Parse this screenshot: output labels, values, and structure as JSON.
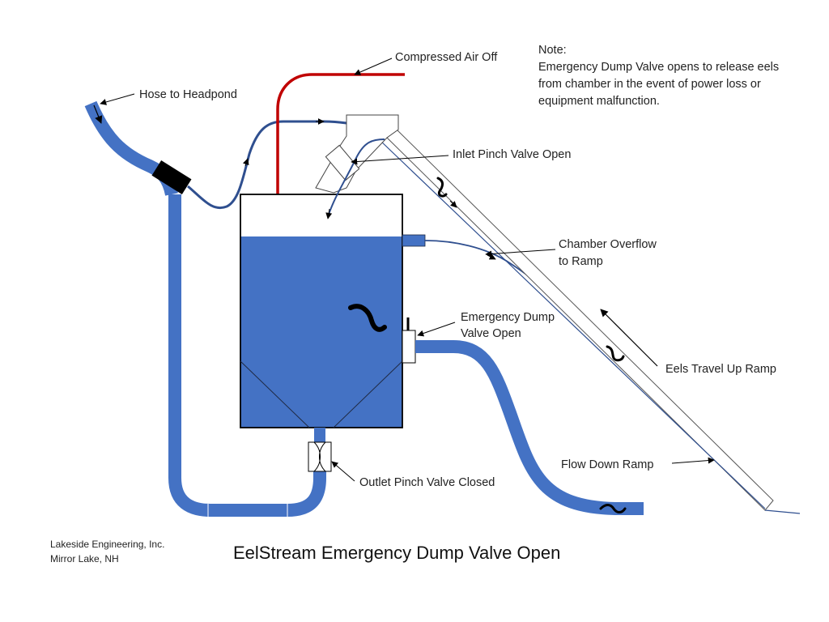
{
  "diagram": {
    "title": "EelStream Emergency Dump Valve Open",
    "company": {
      "name": "Lakeside Engineering,  Inc.",
      "location": "Mirror Lake, NH"
    },
    "note": {
      "heading": "Note:",
      "lines": [
        "Emergency Dump Valve opens to release eels",
        "from chamber in the event of power loss or",
        "equipment  malfunction."
      ]
    },
    "labels": {
      "compressed_air": "Compressed Air Off",
      "hose_headpond": "Hose to  Headpond",
      "inlet_pinch_valve": "Inlet Pinch Valve Open",
      "chamber_overflow_1": "Chamber Overflow",
      "chamber_overflow_2": "to Ramp",
      "dump_valve_1": "Emergency Dump",
      "dump_valve_2": "Valve Open",
      "eels_travel": "Eels Travel Up Ramp",
      "flow_down": "Flow Down Ramp",
      "outlet_pinch_valve": "Outlet Pinch Valve Closed"
    },
    "colors": {
      "water": "#4472c4",
      "hose_blue": "#4472c4",
      "thin_hose": "#2f4f8f",
      "air_line": "#c00000",
      "outline": "#000000"
    }
  }
}
